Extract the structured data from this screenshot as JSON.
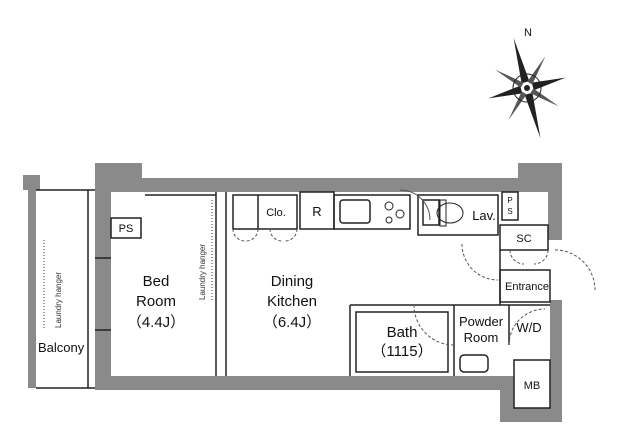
{
  "compass": {
    "north_label": "N",
    "rotation_deg": -15
  },
  "rooms": {
    "balcony": "Balcony",
    "laundry_hanger_balcony": "Laundry hanger",
    "laundry_hanger_bedroom": "Laundry hanger",
    "ps_left": "PS",
    "bedroom_name_line1": "Bed",
    "bedroom_name_line2": "Room",
    "bedroom_size": "（4.4J）",
    "dining_line1": "Dining",
    "dining_line2": "Kitchen",
    "dining_size": "（6.4J）",
    "closet": "Clo.",
    "refrigerator": "R",
    "lavatory": "Lav.",
    "ps_right_top": "P",
    "ps_right_bottom": "S",
    "shoe_cabinet": "SC",
    "entrance": "Entrance",
    "bath": "Bath",
    "bath_size": "（1115）",
    "powder_line1": "Powder",
    "powder_line2": "Room",
    "washer": "W/D",
    "meter_box": "MB"
  },
  "colors": {
    "wall": "#8a8a8a",
    "wall_dark": "#6f6f6f",
    "line": "#222222",
    "dash": "#555555"
  }
}
